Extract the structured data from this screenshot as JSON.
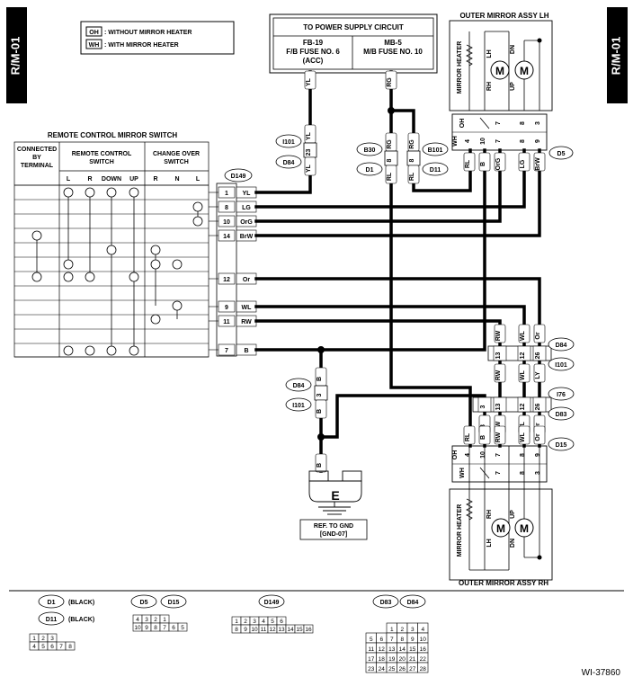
{
  "page": {
    "tab": "R/M-01",
    "figure_code": "WI-37860"
  },
  "legend": {
    "items": [
      {
        "code": "OH",
        "text": ": WITHOUT MIRROR HEATER"
      },
      {
        "code": "WH",
        "text": ": WITH MIRROR HEATER"
      }
    ]
  },
  "power_supply": {
    "title": "TO POWER SUPPLY CIRCUIT",
    "fuses": [
      {
        "name": "FB-19",
        "desc": "F/B FUSE NO. 6",
        "note": "(ACC)"
      },
      {
        "name": "MB-5",
        "desc": "M/B FUSE NO. 10"
      }
    ]
  },
  "switch_table": {
    "title": "REMOTE CONTROL MIRROR SWITCH",
    "col_connected": [
      "CONNECTED",
      "BY",
      "TERMINAL"
    ],
    "group_remote": [
      "REMOTE CONTROL",
      "SWITCH"
    ],
    "group_changeover": [
      "CHANGE OVER",
      "SWITCH"
    ],
    "columns": [
      "L",
      "R",
      "DOWN",
      "UP",
      "R",
      "N",
      "L"
    ]
  },
  "connectors": {
    "d149": {
      "label": "D149",
      "pins": [
        {
          "pin": "1",
          "wire": "YL"
        },
        {
          "pin": "8",
          "wire": "LG"
        },
        {
          "pin": "10",
          "wire": "OrG"
        },
        {
          "pin": "14",
          "wire": "BrW"
        },
        {
          "pin": "12",
          "wire": "Or"
        },
        {
          "pin": "9",
          "wire": "WL"
        },
        {
          "pin": "11",
          "wire": "RW"
        },
        {
          "pin": "7",
          "wire": "B"
        }
      ]
    },
    "d5": {
      "label": "D5",
      "oh_wh": [
        "WH",
        "OH"
      ],
      "pins": [
        "4",
        "10",
        "7",
        "8",
        "9",
        "3"
      ],
      "wires": [
        "RL",
        "B",
        "OrG",
        "LG",
        "BrW"
      ]
    },
    "d15": {
      "label": "D15",
      "oh_wh": [
        "OH",
        "WH"
      ],
      "pins": [
        "4",
        "10",
        "7",
        "8",
        "9",
        "3"
      ],
      "wires": [
        "RL",
        "B",
        "RW",
        "WL",
        "Or"
      ]
    },
    "inline": {
      "i101_d84": {
        "tags": [
          "I101",
          "D84"
        ],
        "pin": "23",
        "wire": "YL"
      },
      "b30_d1": {
        "tags": [
          "B30",
          "D1"
        ],
        "pin": "8",
        "top": "RG",
        "bottom": "RL"
      },
      "b101_d11": {
        "tags": [
          "B101",
          "D11"
        ],
        "pin": "8",
        "top": "RG",
        "bottom": "RL"
      },
      "d84_i101_gnd": {
        "tags": [
          "D84",
          "I101"
        ],
        "pin": "3",
        "wire": "B"
      },
      "d84_i101": {
        "tags": [
          "D84",
          "I101"
        ],
        "pins": [
          "13",
          "12",
          "26"
        ],
        "wires": [
          "RW",
          "WL",
          "Or"
        ],
        "wires_below": [
          "RW",
          "WL",
          "LY"
        ]
      },
      "i76_d83": {
        "tags": [
          "I76",
          "D83"
        ],
        "pins": [
          "3",
          "13",
          "12",
          "26"
        ],
        "wires": [
          "B",
          "RW",
          "WL",
          "Or"
        ]
      }
    },
    "supply_wires": {
      "acc": "YL",
      "batt": "RG"
    }
  },
  "mirrors": {
    "lh": {
      "title": "OUTER MIRROR ASSY LH",
      "heater": "MIRROR HEATER"
    },
    "rh": {
      "title": "OUTER MIRROR ASSY RH",
      "heater": "MIRROR HEATER"
    },
    "motor": "M",
    "labels": {
      "lh": "LH",
      "rh": "RH",
      "up": "UP",
      "dn": "DN"
    }
  },
  "ground": {
    "label": "E",
    "wire": "B",
    "ref": [
      "REF. TO GND",
      "[GND-07]"
    ]
  },
  "connector_faces": {
    "d1_d11": {
      "tags": [
        "D1",
        "D11"
      ],
      "color": "(BLACK)",
      "rows": [
        [
          "1",
          "2",
          "3"
        ],
        [
          "4",
          "5",
          "6",
          "7",
          "8"
        ]
      ]
    },
    "d5_d15": {
      "tags": [
        "D5",
        "D15"
      ],
      "rows": [
        [
          "4",
          "3",
          "2",
          "1"
        ],
        [
          "10",
          "9",
          "8",
          "7",
          "6",
          "5"
        ]
      ]
    },
    "d149": {
      "tag": "D149",
      "rows": [
        [
          "1",
          "2",
          "3",
          "4",
          "5",
          "6"
        ],
        [
          "8",
          "9",
          "10",
          "11",
          "12",
          "13",
          "14",
          "15",
          "16"
        ]
      ]
    },
    "d83_d84": {
      "tags": [
        "D83",
        "D84"
      ],
      "rows": [
        [
          "1",
          "2",
          "3",
          "4"
        ],
        [
          "5",
          "6",
          "7",
          "8",
          "9",
          "10"
        ],
        [
          "11",
          "12",
          "13",
          "14",
          "15",
          "16"
        ],
        [
          "17",
          "18",
          "19",
          "20",
          "21",
          "22"
        ],
        [
          "23",
          "24",
          "25",
          "26",
          "27",
          "28"
        ]
      ]
    }
  }
}
